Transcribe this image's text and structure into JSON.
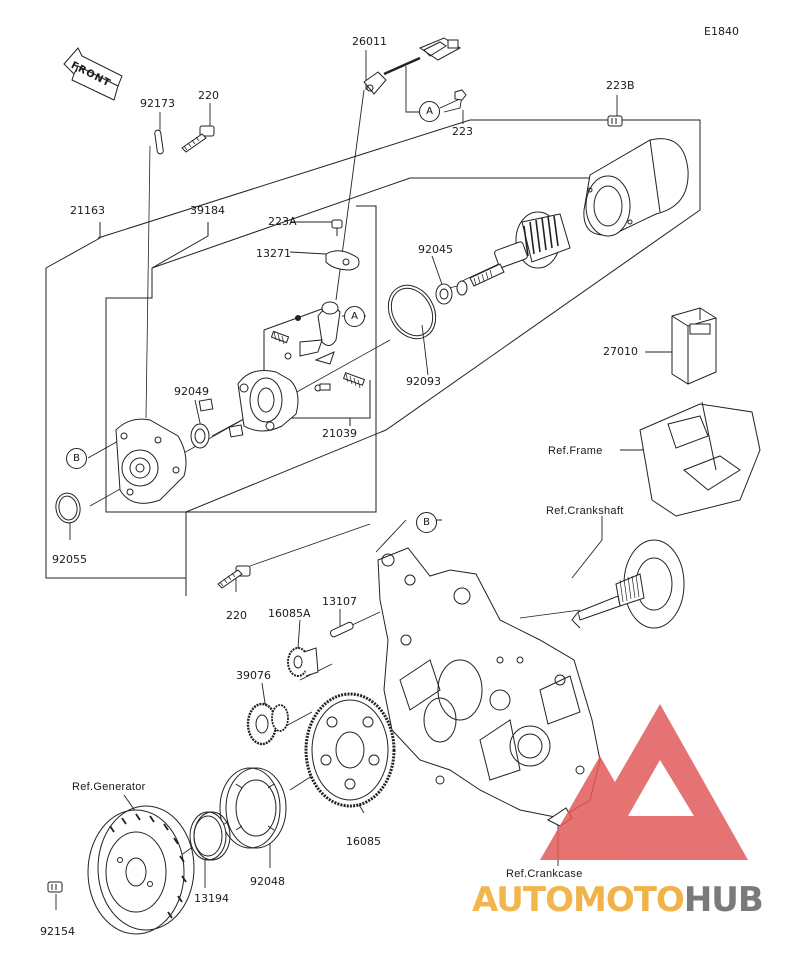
{
  "diagram_code": "E1840",
  "front_label": "FRONT",
  "callouts": {
    "a1": "A",
    "a2": "A",
    "b1": "B",
    "b2": "B"
  },
  "part_labels": {
    "p26011": "26011",
    "p223": "223",
    "p223B": "223B",
    "p92173": "92173",
    "p220_top": "220",
    "p21163": "21163",
    "p39184": "39184",
    "p223A": "223A",
    "p13271": "13271",
    "p92045": "92045",
    "p92093": "92093",
    "p27010": "27010",
    "p92049": "92049",
    "p21039": "21039",
    "p92055": "92055",
    "p220_bot": "220",
    "p16085A": "16085A",
    "p13107": "13107",
    "p39076": "39076",
    "p16085": "16085",
    "p92048": "92048",
    "p13194": "13194",
    "p92154": "92154"
  },
  "ref_labels": {
    "frame": "Ref.Frame",
    "crankshaft": "Ref.Crankshaft",
    "generator": "Ref.Generator",
    "crankcase": "Ref.Crankcase"
  },
  "watermark": {
    "part1": "AUTO",
    "part2": "MOTO",
    "part3": "HUB",
    "color_main": "#f0b048",
    "color_triangle": "#e25a5a",
    "color_dark": "#7a7a7a"
  }
}
